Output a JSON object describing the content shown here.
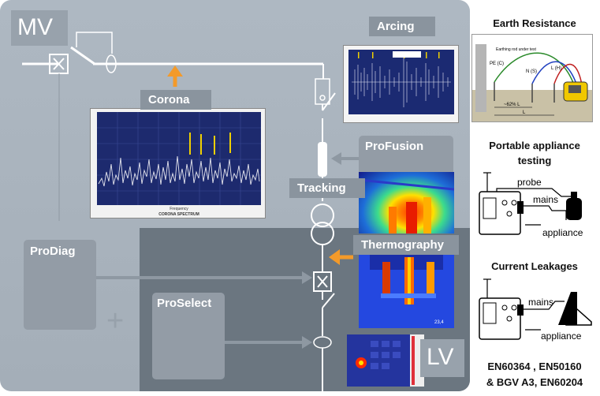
{
  "labels": {
    "mv": "MV",
    "lv": "LV",
    "corona": "Corona",
    "arcing": "Arcing",
    "tracking": "Tracking",
    "thermography": "Thermography",
    "profusion": "ProFusion",
    "prodiag": "ProDiag",
    "proselect": "ProSelect",
    "plus": "+"
  },
  "right_column": {
    "earth_resistance": "Earth Resistance",
    "portable_line1": "Portable appliance",
    "portable_line2": "testing",
    "current_leakages": "Current Leakages",
    "standards_line1": "EN60364 , EN50160",
    "standards_line2": "& BGV A3, EN60204"
  },
  "earth_diagram": {
    "pe": "PE (C)",
    "rod": "Earthing rod under test",
    "n": "N (S)",
    "l": "L (H)",
    "pct": "~62% L",
    "len": "L"
  },
  "pat_diagram": {
    "probe": "probe",
    "mains": "mains",
    "appliance": "appliance"
  },
  "leak_diagram": {
    "mains": "mains",
    "appliance": "appliance"
  },
  "corona_chart": {
    "caption": "CORONA SPECTRUM",
    "xlabel": "Frequency"
  },
  "colors": {
    "arrow_orange": "#f39a2a",
    "panel_gray": "#a8b2bc",
    "panel_dark": "#6b7680",
    "chart_navy": "#1d2a6e"
  }
}
